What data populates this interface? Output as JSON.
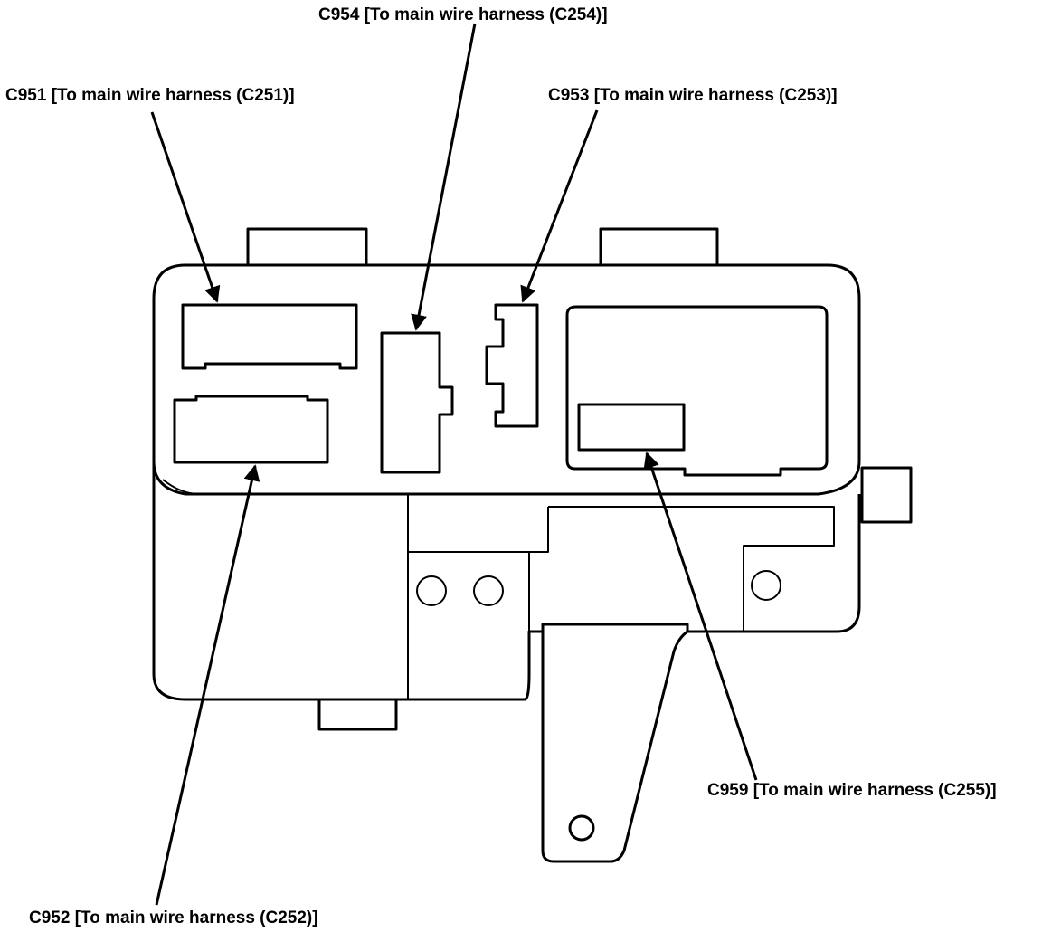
{
  "callouts": {
    "c954": "C954 [To main wire harness (C254)]",
    "c951": "C951 [To main wire harness (C251)]",
    "c953": "C953 [To main wire harness (C253)]",
    "c959": "C959 [To main wire harness (C255)]",
    "c952": "C952 [To main wire harness (C252)]"
  },
  "colors": {
    "line": "#000000",
    "background": "#ffffff"
  }
}
